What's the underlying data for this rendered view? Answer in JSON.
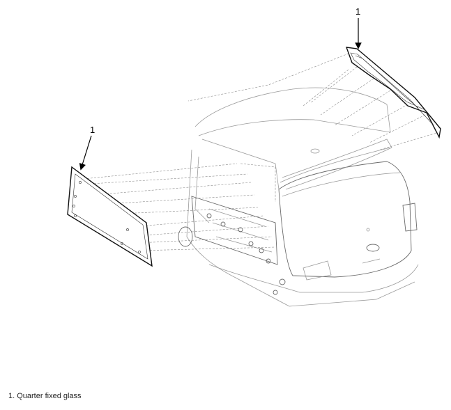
{
  "callouts": {
    "right_glass": "1",
    "left_glass": "1"
  },
  "legend": {
    "item_1": "1. Quarter fixed glass"
  }
}
